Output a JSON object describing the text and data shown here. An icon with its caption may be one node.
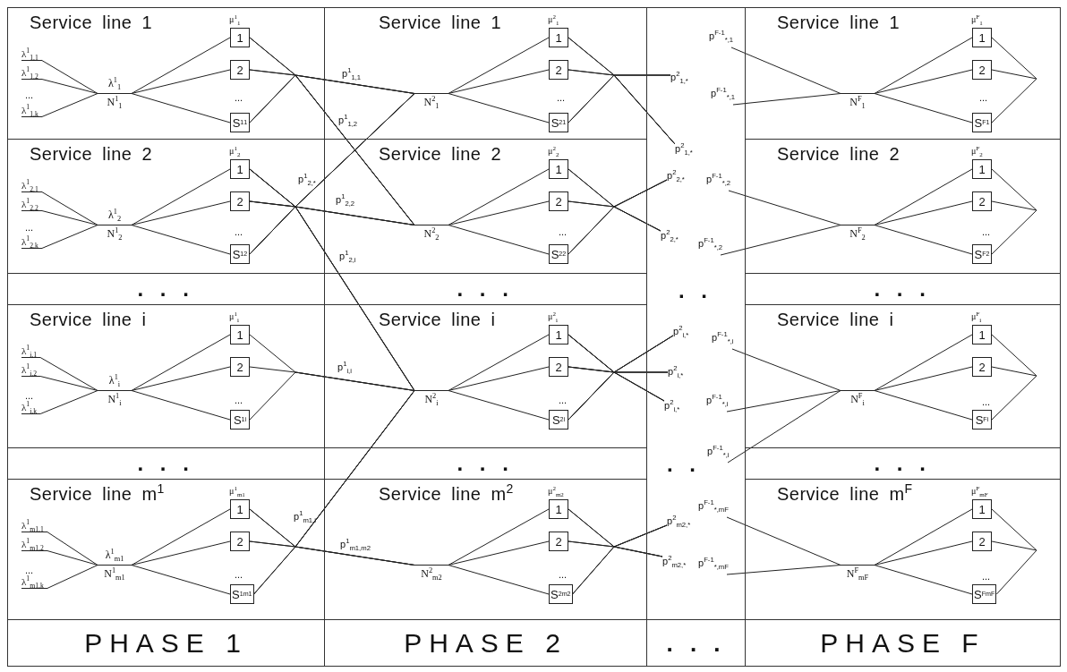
{
  "diagram": {
    "nodes": [
      {
        "text": [
          "Service line 1"
        ]
      },
      {
        "text": [
          "λ$^{1}$$_{1,1}$"
        ],
        "in": 0
      },
      {
        "text": [
          "λ$^{1}$$_{1,2}$"
        ],
        "in": 0
      },
      {
        "text": [
          "λ$^{1}$$_{1,k}$"
        ],
        "in": 0
      },
      {
        "text": [
          "λ$^{1}$$_{1}$",
          "N$^{1}$$_{1}$"
        ],
        "in": 0
      },
      {
        "text": [
          "1"
        ],
        "in": 0,
        "beside": [
          "μ$^{1}$$_{1}$"
        ]
      },
      {
        "text": [
          "2"
        ],
        "in": 0
      },
      {
        "text": [
          "S$^{1}$$_{1}$"
        ],
        "in": 0
      },
      {
        "text": [
          "Service line 1"
        ]
      },
      {
        "text": [
          "N$^{2}$$_{1}$"
        ],
        "in": 8
      },
      {
        "text": [
          "1"
        ],
        "in": 8,
        "beside": [
          "μ$^{2}$$_{1}$"
        ]
      },
      {
        "text": [
          "2"
        ],
        "in": 8
      },
      {
        "text": [
          "S$^{2}$$_{1}$"
        ],
        "in": 8
      },
      {
        "text": [
          "Service line 1"
        ]
      },
      {
        "text": [
          "N$^{F}$$_{1}$"
        ],
        "in": 13
      },
      {
        "text": [
          "1"
        ],
        "in": 13,
        "beside": [
          "μ$^{F}$$_{1}$"
        ]
      },
      {
        "text": [
          "2"
        ],
        "in": 13
      },
      {
        "text": [
          "S$^{F}$$_{1}$"
        ],
        "in": 13
      },
      {
        "text": [
          "Service line 2"
        ]
      },
      {
        "text": [
          "λ$^{1}$$_{2,1}$"
        ],
        "in": 18
      },
      {
        "text": [
          "λ$^{1}$$_{2,2}$"
        ],
        "in": 18
      },
      {
        "text": [
          "λ$^{1}$$_{2,k}$"
        ],
        "in": 18
      },
      {
        "text": [
          "λ$^{1}$$_{2}$",
          "N$^{1}$$_{2}$"
        ],
        "in": 18
      },
      {
        "text": [
          "1"
        ],
        "in": 18,
        "beside": [
          "μ$^{1}$$_{2}$"
        ]
      },
      {
        "text": [
          "2"
        ],
        "in": 18
      },
      {
        "text": [
          "S$^{1}$$_{2}$"
        ],
        "in": 18
      },
      {
        "text": [
          "Service line 2"
        ]
      },
      {
        "text": [
          "N$^{2}$$_{2}$"
        ],
        "in": 26
      },
      {
        "text": [
          "1"
        ],
        "in": 26,
        "beside": [
          "μ$^{2}$$_{2}$"
        ]
      },
      {
        "text": [
          "2"
        ],
        "in": 26
      },
      {
        "text": [
          "S$^{2}$$_{2}$"
        ],
        "in": 26
      },
      {
        "text": [
          "Service line 2"
        ]
      },
      {
        "text": [
          "N$^{F}$$_{2}$"
        ],
        "in": 31
      },
      {
        "text": [
          "1"
        ],
        "in": 31,
        "beside": [
          "μ$^{F}$$_{2}$"
        ]
      },
      {
        "text": [
          "2"
        ],
        "in": 31
      },
      {
        "text": [
          "S$^{F}$$_{2}$"
        ],
        "in": 31
      },
      {
        "text": [
          "Service line i"
        ]
      },
      {
        "text": [
          "λ$^{1}$$_{i,1}$"
        ],
        "in": 36
      },
      {
        "text": [
          "λ$^{1}$$_{i,2}$"
        ],
        "in": 36
      },
      {
        "text": [
          "λ$^{1}$$_{i,k}$"
        ],
        "in": 36
      },
      {
        "text": [
          "λ$^{1}$$_{i}$",
          "N$^{1}$$_{i}$"
        ],
        "in": 36
      },
      {
        "text": [
          "1"
        ],
        "in": 36,
        "beside": [
          "μ$^{1}$$_{i}$"
        ]
      },
      {
        "text": [
          "2"
        ],
        "in": 36
      },
      {
        "text": [
          "S$^{1}$$_{i}$"
        ],
        "in": 36
      },
      {
        "text": [
          "Service line i"
        ]
      },
      {
        "text": [
          "N$^{2}$$_{i}$"
        ],
        "in": 44
      },
      {
        "text": [
          "1"
        ],
        "in": 44,
        "beside": [
          "μ$^{2}$$_{i}$"
        ]
      },
      {
        "text": [
          "2"
        ],
        "in": 44
      },
      {
        "text": [
          "S$^{2}$$_{i}$"
        ],
        "in": 44
      },
      {
        "text": [
          "Service line i"
        ]
      },
      {
        "text": [
          "N$^{F}$$_{i}$"
        ],
        "in": 49
      },
      {
        "text": [
          "1"
        ],
        "in": 49,
        "beside": [
          "μ$^{F}$$_{i}$"
        ]
      },
      {
        "text": [
          "2"
        ],
        "in": 49
      },
      {
        "text": [
          "S$^{F}$$_{i}$"
        ],
        "in": 49
      },
      {
        "text": [
          "Service line m$^{1}$"
        ]
      },
      {
        "text": [
          "λ$^{1}$$_{m1,1}$"
        ],
        "in": 54
      },
      {
        "text": [
          "λ$^{1}$$_{m1,2}$"
        ],
        "in": 54
      },
      {
        "text": [
          "λ$^{1}$$_{m1,k}$"
        ],
        "in": 54
      },
      {
        "text": [
          "λ$^{1}$$_{m1}$",
          "N$^{1}$$_{m1}$"
        ],
        "in": 54
      },
      {
        "text": [
          "1"
        ],
        "in": 54,
        "beside": [
          "μ$^{1}$$_{m1}$"
        ]
      },
      {
        "text": [
          "2"
        ],
        "in": 54
      },
      {
        "text": [
          "S$^{1}$$_{m1}$"
        ],
        "in": 54
      },
      {
        "text": [
          "Service line m$^{2}$"
        ]
      },
      {
        "text": [
          "N$^{2}$$_{m2}$"
        ],
        "in": 62
      },
      {
        "text": [
          "1"
        ],
        "in": 62,
        "beside": [
          "μ$^{2}$$_{m2}$"
        ]
      },
      {
        "text": [
          "2"
        ],
        "in": 62
      },
      {
        "text": [
          "S$^{2}$$_{m2}$"
        ],
        "in": 62
      },
      {
        "text": [
          "Service line m$^{F}$"
        ]
      },
      {
        "text": [
          "N$^{F}$$_{mF}$"
        ],
        "in": 67
      },
      {
        "text": [
          "1"
        ],
        "in": 67,
        "beside": [
          "μ$^{F}$$_{mF}$"
        ]
      },
      {
        "text": [
          "2"
        ],
        "in": 67
      },
      {
        "text": [
          "S$^{F}$$_{mF}$"
        ],
        "in": 67
      },
      {
        "text": [
          "PHASE 1"
        ]
      },
      {
        "text": [
          "PHASE 2"
        ]
      },
      {
        "text": [
          ". . ."
        ]
      },
      {
        "text": [
          "PHASE F"
        ]
      },
      {
        "text": [
          "p$^{2}$$_{1,*}$"
        ]
      },
      {
        "text": [
          "p$^{2}$$_{1,*}$"
        ]
      },
      {
        "text": [
          "p$^{2}$$_{2,*}$"
        ]
      },
      {
        "text": [
          "p$^{2}$$_{2,*}$"
        ]
      },
      {
        "text": [
          "p$^{2}$$_{i,*}$"
        ]
      },
      {
        "text": [
          "p$^{2}$$_{i,*}$"
        ]
      },
      {
        "text": [
          "p$^{2}$$_{i,*}$"
        ]
      },
      {
        "text": [
          "p$^{2}$$_{m2,*}$"
        ]
      },
      {
        "text": [
          "p$^{2}$$_{m2,*}$"
        ]
      }
    ],
    "edges": [
      {
        "from": 1,
        "to": 4,
        "arrow": "none"
      },
      {
        "from": 2,
        "to": 4,
        "arrow": "none"
      },
      {
        "from": 3,
        "to": 4,
        "arrow": "none"
      },
      {
        "from": 4,
        "to": 5,
        "arrow": "none"
      },
      {
        "from": 4,
        "to": 6,
        "arrow": "none"
      },
      {
        "from": 4,
        "to": 7,
        "arrow": "none"
      },
      {
        "from": 5,
        "to": 9,
        "arrow": "none"
      },
      {
        "from": 6,
        "to": 9,
        "arrow": "none"
      },
      {
        "from": 7,
        "to": 9,
        "arrow": "none"
      },
      {
        "from": 5,
        "to": 27,
        "arrow": "none"
      },
      {
        "from": 6,
        "to": 27,
        "arrow": "none"
      },
      {
        "from": 7,
        "to": 27,
        "arrow": "none"
      },
      {
        "from": 19,
        "to": 22,
        "arrow": "none"
      },
      {
        "from": 20,
        "to": 22,
        "arrow": "none"
      },
      {
        "from": 21,
        "to": 22,
        "arrow": "none"
      },
      {
        "from": 22,
        "to": 23,
        "arrow": "none"
      },
      {
        "from": 22,
        "to": 24,
        "arrow": "none"
      },
      {
        "from": 22,
        "to": 25,
        "arrow": "none"
      },
      {
        "from": 23,
        "to": 9,
        "arrow": "none"
      },
      {
        "from": 24,
        "to": 9,
        "arrow": "none"
      },
      {
        "from": 25,
        "to": 9,
        "arrow": "none"
      },
      {
        "from": 23,
        "to": 27,
        "arrow": "none"
      },
      {
        "from": 24,
        "to": 27,
        "arrow": "none"
      },
      {
        "from": 25,
        "to": 27,
        "arrow": "none"
      },
      {
        "from": 23,
        "to": 45,
        "arrow": "none"
      },
      {
        "from": 24,
        "to": 45,
        "arrow": "none"
      },
      {
        "from": 25,
        "to": 45,
        "arrow": "none"
      },
      {
        "from": 37,
        "to": 40,
        "arrow": "none"
      },
      {
        "from": 38,
        "to": 40,
        "arrow": "none"
      },
      {
        "from": 39,
        "to": 40,
        "arrow": "none"
      },
      {
        "from": 40,
        "to": 41,
        "arrow": "none"
      },
      {
        "from": 40,
        "to": 42,
        "arrow": "none"
      },
      {
        "from": 40,
        "to": 43,
        "arrow": "none"
      },
      {
        "from": 41,
        "to": 45,
        "arrow": "none"
      },
      {
        "from": 42,
        "to": 45,
        "arrow": "none"
      },
      {
        "from": 43,
        "to": 45,
        "arrow": "none"
      },
      {
        "from": 55,
        "to": 58,
        "arrow": "none"
      },
      {
        "from": 56,
        "to": 58,
        "arrow": "none"
      },
      {
        "from": 57,
        "to": 58,
        "arrow": "none"
      },
      {
        "from": 58,
        "to": 59,
        "arrow": "none"
      },
      {
        "from": 58,
        "to": 60,
        "arrow": "none"
      },
      {
        "from": 58,
        "to": 61,
        "arrow": "none"
      },
      {
        "from": 59,
        "to": 45,
        "arrow": "none"
      },
      {
        "from": 60,
        "to": 45,
        "arrow": "none"
      },
      {
        "from": 61,
        "to": 45,
        "arrow": "none"
      },
      {
        "from": 59,
        "to": 63,
        "arrow": "none"
      },
      {
        "from": 60,
        "to": 63,
        "arrow": "none"
      },
      {
        "from": 61,
        "to": 63,
        "arrow": "none"
      },
      {
        "from": 9,
        "to": 10,
        "arrow": "none"
      },
      {
        "from": 9,
        "to": 11,
        "arrow": "none"
      },
      {
        "from": 9,
        "to": 12,
        "arrow": "none"
      },
      {
        "from": 10,
        "to": 76,
        "arrow": "none"
      },
      {
        "from": 11,
        "to": 76,
        "arrow": "none"
      },
      {
        "from": 12,
        "to": 76,
        "arrow": "none"
      },
      {
        "from": 10,
        "to": 77,
        "arrow": "none"
      },
      {
        "from": 11,
        "to": 77,
        "arrow": "none"
      },
      {
        "from": 12,
        "to": 77,
        "arrow": "none"
      },
      {
        "from": 27,
        "to": 28,
        "arrow": "none"
      },
      {
        "from": 27,
        "to": 29,
        "arrow": "none"
      },
      {
        "from": 27,
        "to": 30,
        "arrow": "none"
      },
      {
        "from": 28,
        "to": 78,
        "arrow": "none"
      },
      {
        "from": 29,
        "to": 78,
        "arrow": "none"
      },
      {
        "from": 30,
        "to": 78,
        "arrow": "none"
      },
      {
        "from": 28,
        "to": 79,
        "arrow": "none"
      },
      {
        "from": 29,
        "to": 79,
        "arrow": "none"
      },
      {
        "from": 30,
        "to": 79,
        "arrow": "none"
      },
      {
        "from": 45,
        "to": 46,
        "arrow": "none"
      },
      {
        "from": 45,
        "to": 47,
        "arrow": "none"
      },
      {
        "from": 45,
        "to": 48,
        "arrow": "none"
      },
      {
        "from": 46,
        "to": 80,
        "arrow": "none"
      },
      {
        "from": 47,
        "to": 80,
        "arrow": "none"
      },
      {
        "from": 48,
        "to": 80,
        "arrow": "none"
      },
      {
        "from": 46,
        "to": 81,
        "arrow": "none"
      },
      {
        "from": 47,
        "to": 81,
        "arrow": "none"
      },
      {
        "from": 48,
        "to": 81,
        "arrow": "none"
      },
      {
        "from": 46,
        "to": 82,
        "arrow": "none"
      },
      {
        "from": 47,
        "to": 82,
        "arrow": "none"
      },
      {
        "from": 48,
        "to": 82,
        "arrow": "none"
      },
      {
        "from": 63,
        "to": 64,
        "arrow": "none"
      },
      {
        "from": 63,
        "to": 65,
        "arrow": "none"
      },
      {
        "from": 63,
        "to": 66,
        "arrow": "none"
      },
      {
        "from": 64,
        "to": 83,
        "arrow": "none"
      },
      {
        "from": 65,
        "to": 83,
        "arrow": "none"
      },
      {
        "from": 66,
        "to": 83,
        "arrow": "none"
      },
      {
        "from": 64,
        "to": 84,
        "arrow": "none"
      },
      {
        "from": 65,
        "to": 84,
        "arrow": "none"
      },
      {
        "from": 66,
        "to": 84,
        "arrow": "none"
      },
      {
        "from": null,
        "to": 14,
        "arrow": "none",
        "label": "p$^{F-1}$$_{*,1}$"
      },
      {
        "from": null,
        "to": 14,
        "arrow": "none",
        "label": "p$^{F-1}$$_{*,1}$"
      },
      {
        "from": 14,
        "to": 15,
        "arrow": "none"
      },
      {
        "from": 14,
        "to": 16,
        "arrow": "none"
      },
      {
        "from": 14,
        "to": 17,
        "arrow": "none"
      },
      {
        "from": 15,
        "to": null,
        "arrow": "none"
      },
      {
        "from": 16,
        "to": null,
        "arrow": "none"
      },
      {
        "from": 17,
        "to": null,
        "arrow": "none"
      },
      {
        "from": null,
        "to": 32,
        "arrow": "none",
        "label": "p$^{F-1}$$_{*,2}$"
      },
      {
        "from": null,
        "to": 32,
        "arrow": "none",
        "label": "p$^{F-1}$$_{*,2}$"
      },
      {
        "from": 32,
        "to": 33,
        "arrow": "none"
      },
      {
        "from": 32,
        "to": 34,
        "arrow": "none"
      },
      {
        "from": 32,
        "to": 35,
        "arrow": "none"
      },
      {
        "from": 33,
        "to": null,
        "arrow": "none"
      },
      {
        "from": 34,
        "to": null,
        "arrow": "none"
      },
      {
        "from": 35,
        "to": null,
        "arrow": "none"
      },
      {
        "from": null,
        "to": 50,
        "arrow": "none",
        "label": "p$^{F-1}$$_{*,i}$"
      },
      {
        "from": null,
        "to": 50,
        "arrow": "none",
        "label": "p$^{F-1}$$_{*,i}$"
      },
      {
        "from": null,
        "to": 50,
        "arrow": "none",
        "label": "p$^{F-1}$$_{*,i}$"
      },
      {
        "from": 50,
        "to": 51,
        "arrow": "none"
      },
      {
        "from": 50,
        "to": 52,
        "arrow": "none"
      },
      {
        "from": 50,
        "to": 53,
        "arrow": "none"
      },
      {
        "from": 51,
        "to": null,
        "arrow": "none"
      },
      {
        "from": 52,
        "to": null,
        "arrow": "none"
      },
      {
        "from": 53,
        "to": null,
        "arrow": "none"
      },
      {
        "from": null,
        "to": 68,
        "arrow": "none",
        "label": "p$^{F-1}$$_{*,mF}$"
      },
      {
        "from": null,
        "to": 68,
        "arrow": "none",
        "label": "p$^{F-1}$$_{*,mF}$"
      },
      {
        "from": 68,
        "to": 69,
        "arrow": "none"
      },
      {
        "from": 68,
        "to": 70,
        "arrow": "none"
      },
      {
        "from": 68,
        "to": 71,
        "arrow": "none"
      },
      {
        "from": 69,
        "to": null,
        "arrow": "none"
      },
      {
        "from": 70,
        "to": null,
        "arrow": "none"
      },
      {
        "from": 71,
        "to": null,
        "arrow": "none"
      }
    ],
    "labels": [
      "...",
      "...",
      "p$^{1}$$_{1,1}$",
      "...",
      "...",
      "p$^{1}$$_{1,2}$",
      "...",
      "...",
      "p$^{1}$$_{2,*}$",
      "p$^{1}$$_{2,2}$",
      "...",
      "...",
      "p$^{1}$$_{2,i}$",
      ". . .",
      ". . .",
      ". .",
      ". . .",
      "...",
      "...",
      "p$^{1}$$_{i,i}$",
      "...",
      "...",
      ". . .",
      ". . .",
      ". .",
      ". . .",
      "p$^{1}$$_{m1,i}$",
      "...",
      "...",
      "p$^{1}$$_{m1,m2}$",
      "...",
      "..."
    ]
  }
}
